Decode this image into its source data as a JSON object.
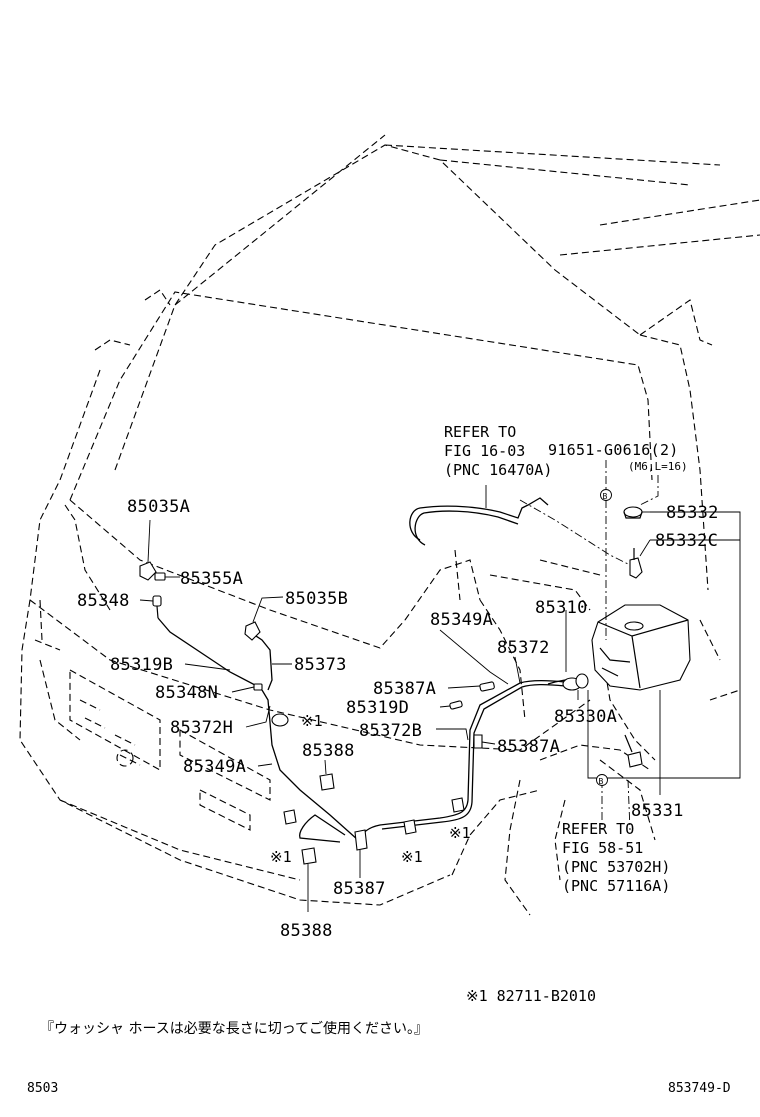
{
  "labels": {
    "p85035A": "85035A",
    "p85355A": "85355A",
    "p85348": "85348",
    "p85035B": "85035B",
    "p85319B": "85319B",
    "p85373": "85373",
    "p85348N": "85348N",
    "p85372H": "85372H",
    "p85349A_left": "85349A",
    "p85388_upper": "85388",
    "p85349A_center": "85349A",
    "p85372": "85372",
    "p85387A_upper": "85387A",
    "p85319D": "85319D",
    "p85372B": "85372B",
    "p85387A_right": "85387A",
    "p85310": "85310",
    "p85330A": "85330A",
    "p85332": "85332",
    "p85332C": "85332C",
    "p85331": "85331",
    "p85387": "85387",
    "p85388_lower": "85388",
    "bolt": "91651-G0616(2)",
    "bolt_size": "(M6,L=16)"
  },
  "refs": {
    "ref1": [
      "REFER TO",
      "FIG 16-03",
      "(PNC 16470A)"
    ],
    "ref2": [
      "REFER TO",
      "FIG 58-51",
      "(PNC 53702H)",
      "(PNC 57116A)"
    ]
  },
  "marks": {
    "m1": "※1",
    "m2": "※1",
    "m3": "※1",
    "m4": "※1",
    "circled_b_1": "B",
    "circled_b_2": "B"
  },
  "footnote_part": "※1  82711-B2010",
  "japanese_note": "『ウォッシャ ホースは必要な長さに切ってご使用ください。』",
  "footer_left": "8503",
  "footer_right": "853749-D"
}
